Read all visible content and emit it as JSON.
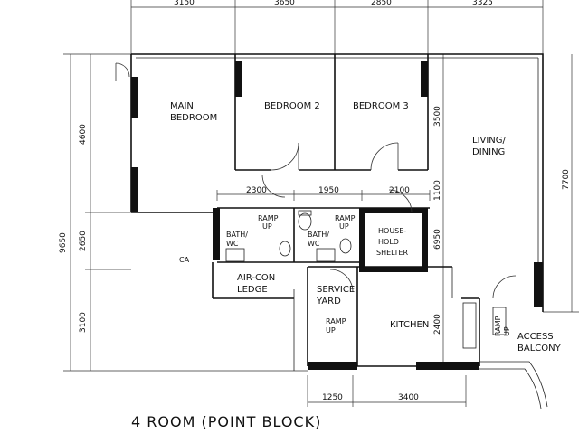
{
  "rooms": {
    "main_bedroom": [
      "MAIN",
      "BEDROOM"
    ],
    "bedroom2": "BEDROOM 2",
    "bedroom3": "BEDROOM 3",
    "living": [
      "LIVING/",
      "DINING"
    ],
    "household_shelter": [
      "HOUSE-",
      "HOLD",
      "SHELTER"
    ],
    "bath1": [
      "BATH/",
      "WC"
    ],
    "bath2": [
      "BATH/",
      "WC"
    ],
    "aircon_ledge": [
      "AIR-CON",
      "LEDGE"
    ],
    "service_yard": [
      "SERVICE",
      "YARD"
    ],
    "kitchen": "KITCHEN",
    "access_balcony": [
      "ACCESS",
      "BALCONY"
    ]
  },
  "ramps": {
    "ramp1": [
      "RAMP",
      "UP"
    ],
    "ramp2": [
      "RAMP",
      "UP"
    ],
    "ramp3": [
      "RAMP",
      "UP"
    ],
    "ramp4": [
      "RAMP",
      "UP"
    ]
  },
  "dimensions": {
    "top": [
      "3150",
      "3650",
      "2850",
      "3325"
    ],
    "left_outer": "9650",
    "left_inner": [
      "4600",
      "2650",
      "3100"
    ],
    "right_outer": "7700",
    "right_inner": [
      "3500",
      "1100",
      "6950"
    ],
    "kitchen_h": "2400",
    "mid_row": [
      "2300",
      "1950",
      "2100"
    ],
    "bottom": [
      "1250",
      "3400"
    ]
  },
  "labels": {
    "ca": "CA"
  },
  "caption": "4 ROOM (POINT BLOCK)"
}
